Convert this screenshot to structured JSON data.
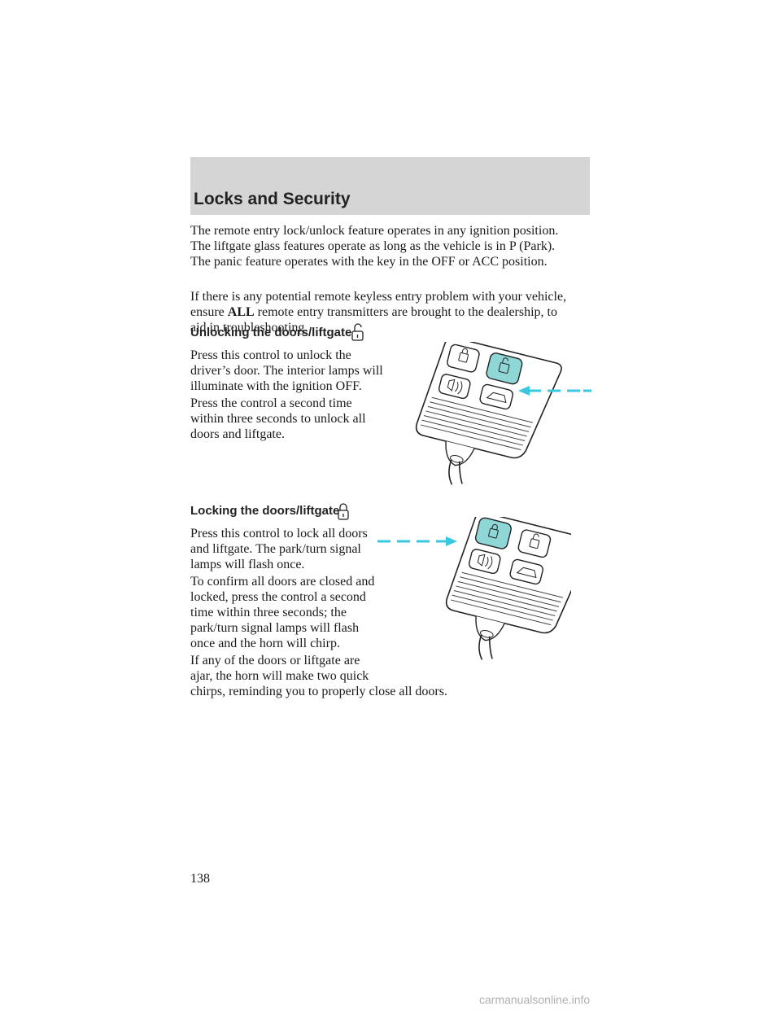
{
  "header": {
    "title": "Locks and Security"
  },
  "intro": {
    "p1": [
      "The remote entry lock/unlock feature operates in any ignition position.",
      "The liftgate glass features operate as long as the vehicle is in P (Park).",
      "The panic feature operates with the key in the OFF or ACC position."
    ],
    "p2_line1": "If there is any potential remote keyless entry problem with your vehicle,",
    "p2_prefix": "ensure ",
    "p2_emph": "ALL",
    "p2_line2_rest": "remote entry transmitters are brought to the dealership, to",
    "p2_line3": "aid in troubleshooting."
  },
  "unlock": {
    "heading": "Unlocking the doors/liftgate",
    "p1": [
      "Press this control to unlock the",
      "driver’s door. The interior lamps will",
      "illuminate with the ignition OFF."
    ],
    "p2": [
      "Press the control a second time",
      "within three seconds to unlock all",
      "doors and liftgate."
    ]
  },
  "lock": {
    "heading": "Locking the doors/liftgate",
    "p1": [
      "Press this control to lock all doors",
      "and liftgate. The park/turn signal",
      "lamps will flash once."
    ],
    "p2": [
      "To confirm all doors are closed and",
      "locked, press the control a second",
      "time within three seconds; the",
      "park/turn signal lamps will flash",
      "once and the horn will chirp."
    ],
    "p3": [
      "If any of the doors or liftgate are",
      "ajar, the horn will make two quick",
      "chirps, reminding you to properly close all doors."
    ]
  },
  "page_number": "138",
  "watermark": "carmanualsonline.info",
  "colors": {
    "highlight": "#8fd6d6",
    "arrow": "#38c8e0",
    "header_band": "#d5d5d5"
  },
  "icons": {
    "unlock_heading": "unlock-icon",
    "lock_heading": "lock-icon"
  }
}
